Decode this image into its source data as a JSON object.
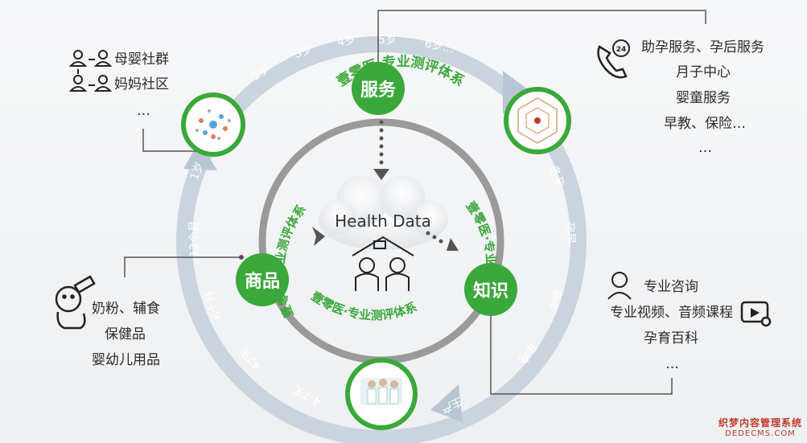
{
  "center": {
    "title": "Health Data",
    "arc_top": "壹零医·专业测评体系",
    "arc_left": "壹零医·专业测评体系",
    "arc_right": "壹零医·专业测评体系",
    "arc_bottom": "壹零医·专业测评体系"
  },
  "hubs": {
    "service": "服务",
    "goods": "商品",
    "knowledge": "知识"
  },
  "ring_labels": {
    "age_1": "1岁",
    "age_2": "2岁",
    "age_3": "3岁",
    "age_4": "4岁",
    "age_5": "5岁",
    "age_6": "6岁…",
    "prep": "备孕",
    "pregnant": "孕早",
    "mid": "孕中",
    "late": "孕晚",
    "birth": "生产",
    "days_4_7": "4-7天",
    "days_42": "42天",
    "month_6": "6个月",
    "month_12": "12个月"
  },
  "community": {
    "item1": "母婴社群",
    "item2": "妈妈社区",
    "more": "…"
  },
  "services": {
    "line1": "助孕服务、孕后服务",
    "line2": "月子中心",
    "line3": "婴童服务",
    "line4": "早教、保险…",
    "more": "…"
  },
  "products": {
    "line1": "奶粉、辅食",
    "line2": "保健品",
    "line3": "婴幼儿用品"
  },
  "knowledge": {
    "line1": "专业咨询",
    "line2": "专业视频、音频课程",
    "line3": "孕育百科",
    "more": "…"
  },
  "watermark": {
    "line1": "织梦内容管理系统",
    "line2": "DEDECMS.COM"
  },
  "colors": {
    "green": "#3aa83a",
    "ring": "#c9d4de",
    "gray_ring": "#9a9a9a",
    "text": "#2b2b2b"
  }
}
